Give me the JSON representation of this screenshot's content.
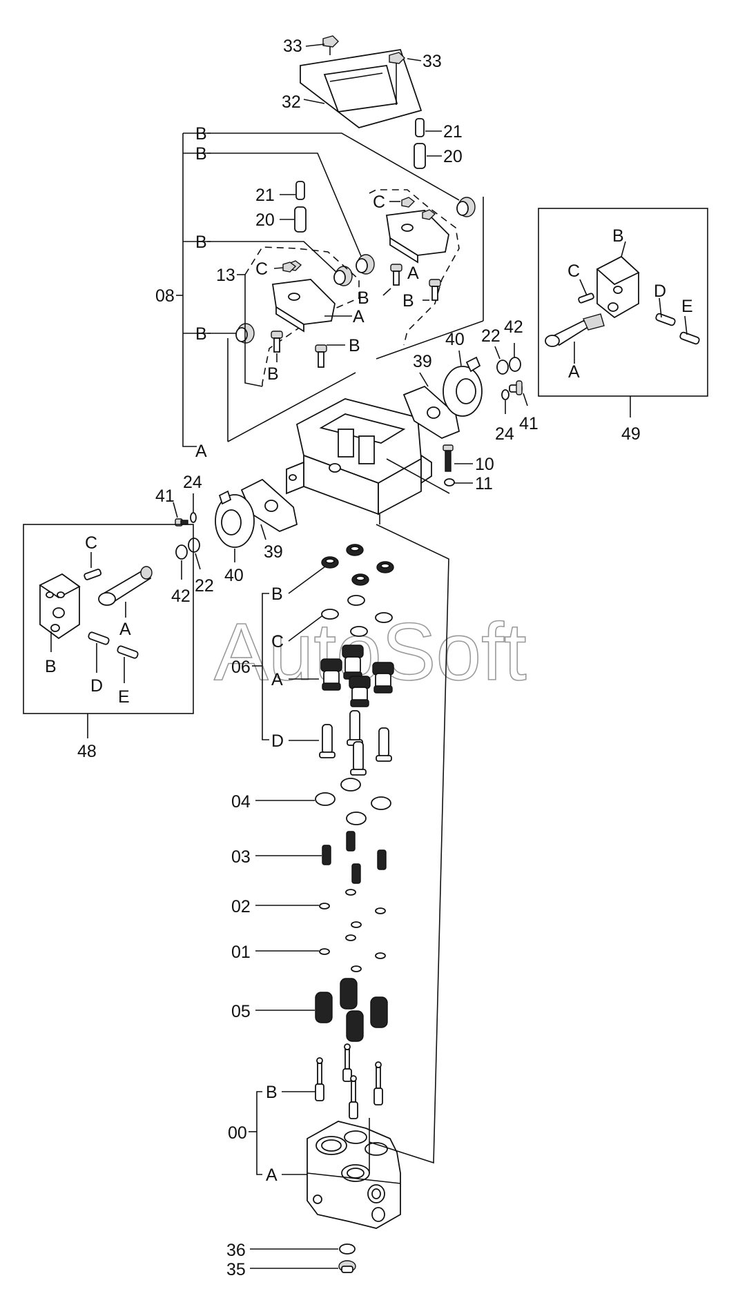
{
  "watermark": "AutoSoft",
  "labels": {
    "l33a": "33",
    "l33b": "33",
    "l32": "32",
    "l21a": "21",
    "l20a": "20",
    "l21b": "21",
    "l20b": "20",
    "l13": "13",
    "l08": "08",
    "lBtop1": "B",
    "lBtop2": "B",
    "lBleft1": "B",
    "lBleft2": "B",
    "lC1": "C",
    "lC2": "C",
    "lA1": "A",
    "lA2": "A",
    "lAbody": "A",
    "lBr1": "B",
    "lBr2": "B",
    "lBr3": "B",
    "lBr4": "B",
    "l39a": "39",
    "l40a": "40",
    "l22a": "22",
    "l42a": "42",
    "l24a": "24",
    "l41a": "41",
    "l10": "10",
    "l11": "11",
    "l41b": "41",
    "l24b": "24",
    "l39b": "39",
    "l40b": "40",
    "l42b": "42",
    "l22b": "22",
    "l49": "49",
    "l49B": "B",
    "l49C": "C",
    "l49D": "D",
    "l49E": "E",
    "l49A": "A",
    "l48": "48",
    "l48C": "C",
    "l48A": "A",
    "l48B": "B",
    "l48D": "D",
    "l48E": "E",
    "l06": "06",
    "l06B": "B",
    "l06C": "C",
    "l06A": "A",
    "l06D": "D",
    "l04": "04",
    "l03": "03",
    "l02": "02",
    "l01": "01",
    "l05": "05",
    "l00": "00",
    "l00B": "B",
    "l00A": "A",
    "l36": "36",
    "l35": "35"
  }
}
